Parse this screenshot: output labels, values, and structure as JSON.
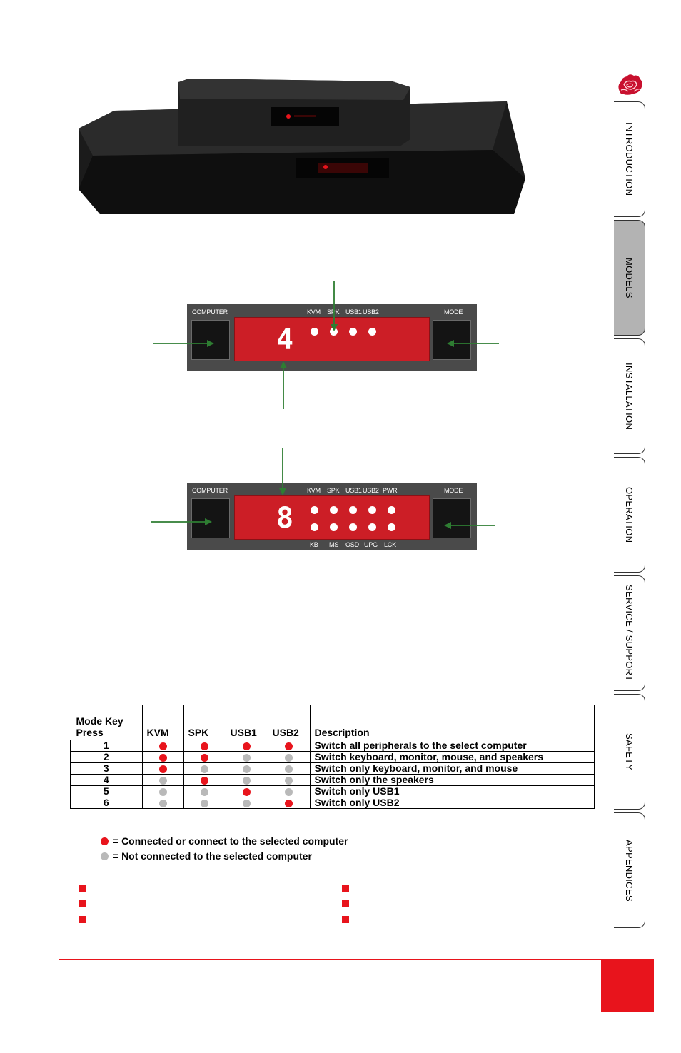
{
  "panel1": {
    "computer_label": "COMPUTER",
    "mode_label": "MODE",
    "digit": "4",
    "led_labels": [
      "KVM",
      "SPK",
      "USB1",
      "USB2"
    ]
  },
  "panel2": {
    "computer_label": "COMPUTER",
    "mode_label": "MODE",
    "digit": "8",
    "top_labels": [
      "KVM",
      "SPK",
      "USB1",
      "USB2",
      "PWR"
    ],
    "bottom_labels": [
      "KB",
      "MS",
      "OSD",
      "UPG",
      "LCK"
    ]
  },
  "table": {
    "headers": [
      "Mode Key Press",
      "KVM",
      "SPK",
      "USB1",
      "USB2",
      "Description"
    ],
    "rows": [
      {
        "key": "1",
        "kvm": true,
        "spk": true,
        "usb1": true,
        "usb2": true,
        "desc": "Switch all peripherals to the select computer"
      },
      {
        "key": "2",
        "kvm": true,
        "spk": true,
        "usb1": false,
        "usb2": false,
        "desc": "Switch keyboard, monitor, mouse, and speakers"
      },
      {
        "key": "3",
        "kvm": true,
        "spk": false,
        "usb1": false,
        "usb2": false,
        "desc": "Switch only keyboard, monitor, and mouse"
      },
      {
        "key": "4",
        "kvm": false,
        "spk": true,
        "usb1": false,
        "usb2": false,
        "desc": "Switch only the speakers"
      },
      {
        "key": "5",
        "kvm": false,
        "spk": false,
        "usb1": true,
        "usb2": false,
        "desc": "Switch only USB1"
      },
      {
        "key": "6",
        "kvm": false,
        "spk": false,
        "usb1": false,
        "usb2": true,
        "desc": "Switch only USB2"
      }
    ]
  },
  "legend": {
    "on_text": "= Connected or connect to the selected computer",
    "off_text": "= Not connected to the selected computer"
  },
  "nav": {
    "tabs": [
      "INTRODUCTION",
      "MODELS",
      "INSTALLATION",
      "OPERATION",
      "SERVICE / SUPPORT",
      "SAFETY",
      "APPENDICES"
    ],
    "active": "MODELS"
  },
  "colors": {
    "accent": "#e8141c",
    "display_red": "#cc1e26",
    "arrow_green": "#2e7d32",
    "inactive_dot": "#b9b9b9"
  }
}
